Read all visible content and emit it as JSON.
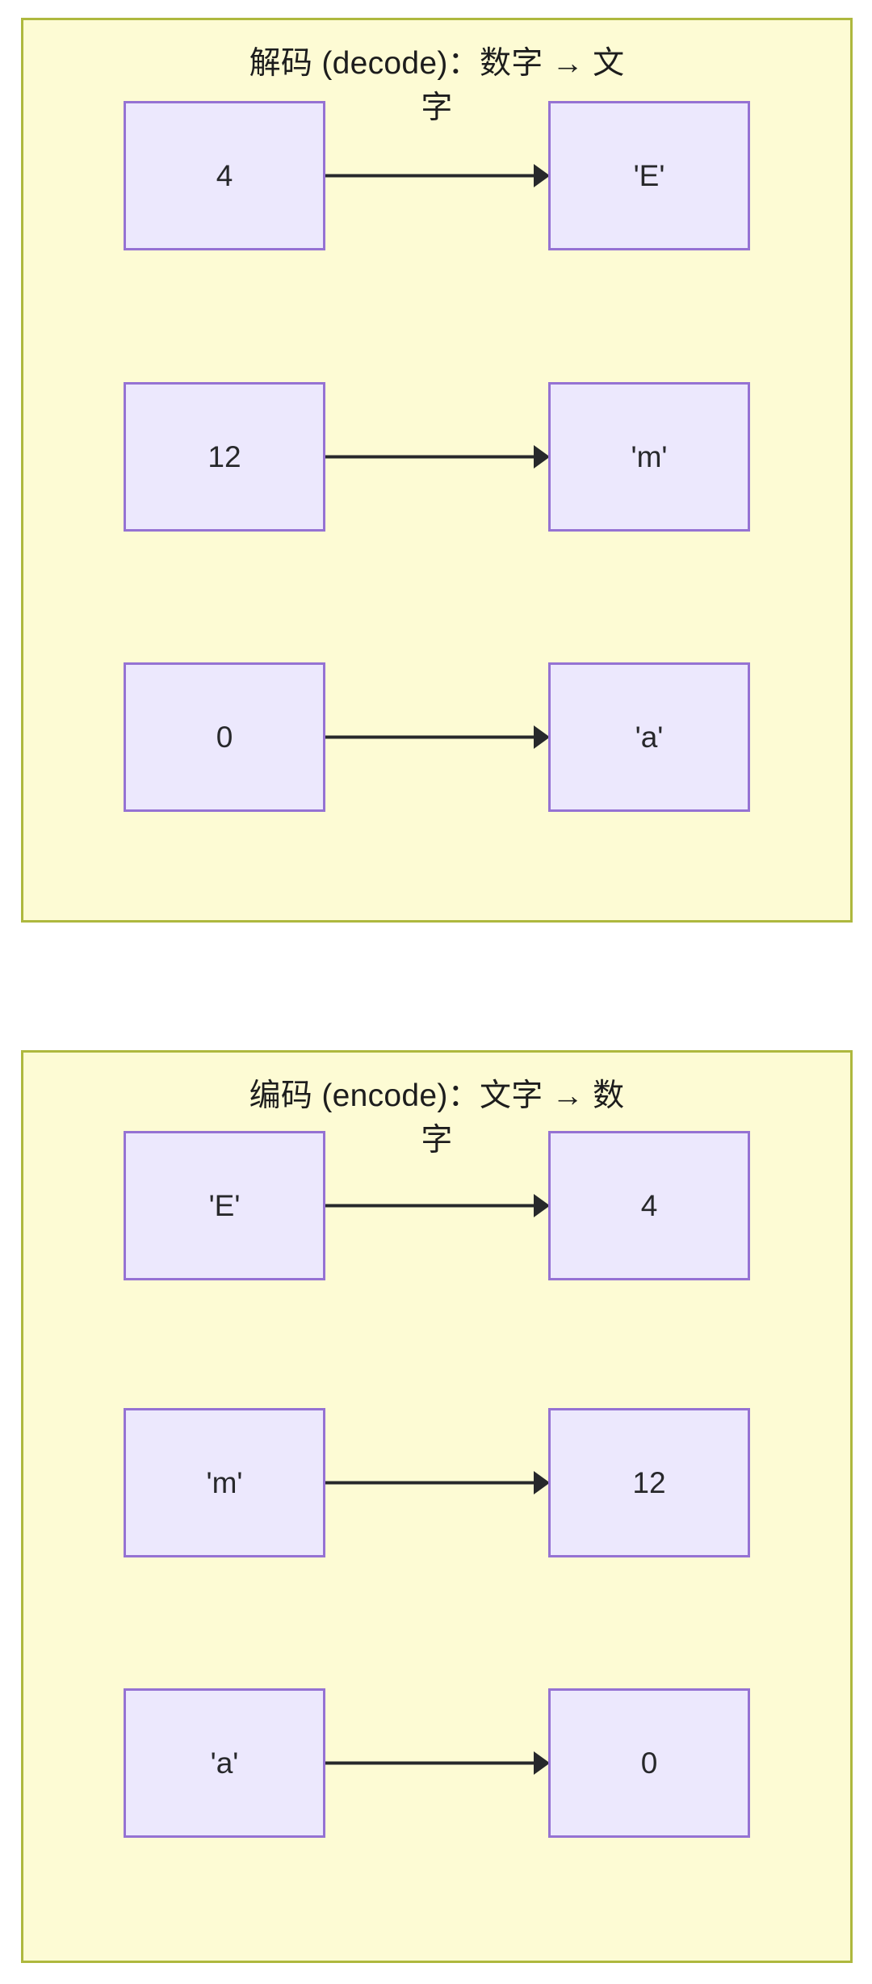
{
  "diagrams": [
    {
      "id": "decode",
      "title": "解码 (decode)：数字 → 文字",
      "panel_bg": "#fdfbd4",
      "panel_border": "#aeb83e",
      "node_bg": "#ece8fd",
      "node_border": "#9572d3",
      "edge_color": "#27282b",
      "rows": [
        {
          "source": "4",
          "target": "'E'",
          "arrow": "→"
        },
        {
          "source": "12",
          "target": "'m'",
          "arrow": "→"
        },
        {
          "source": "0",
          "target": "'a'",
          "arrow": "→"
        }
      ]
    },
    {
      "id": "encode",
      "title": "编码 (encode)：文字 → 数字",
      "panel_bg": "#fdfbd4",
      "panel_border": "#aeb83e",
      "node_bg": "#ece8fd",
      "node_border": "#9572d3",
      "edge_color": "#27282b",
      "rows": [
        {
          "source": "'E'",
          "target": "4",
          "arrow": "→"
        },
        {
          "source": "'m'",
          "target": "12",
          "arrow": "→"
        },
        {
          "source": "'a'",
          "target": "0",
          "arrow": "→"
        }
      ]
    }
  ]
}
